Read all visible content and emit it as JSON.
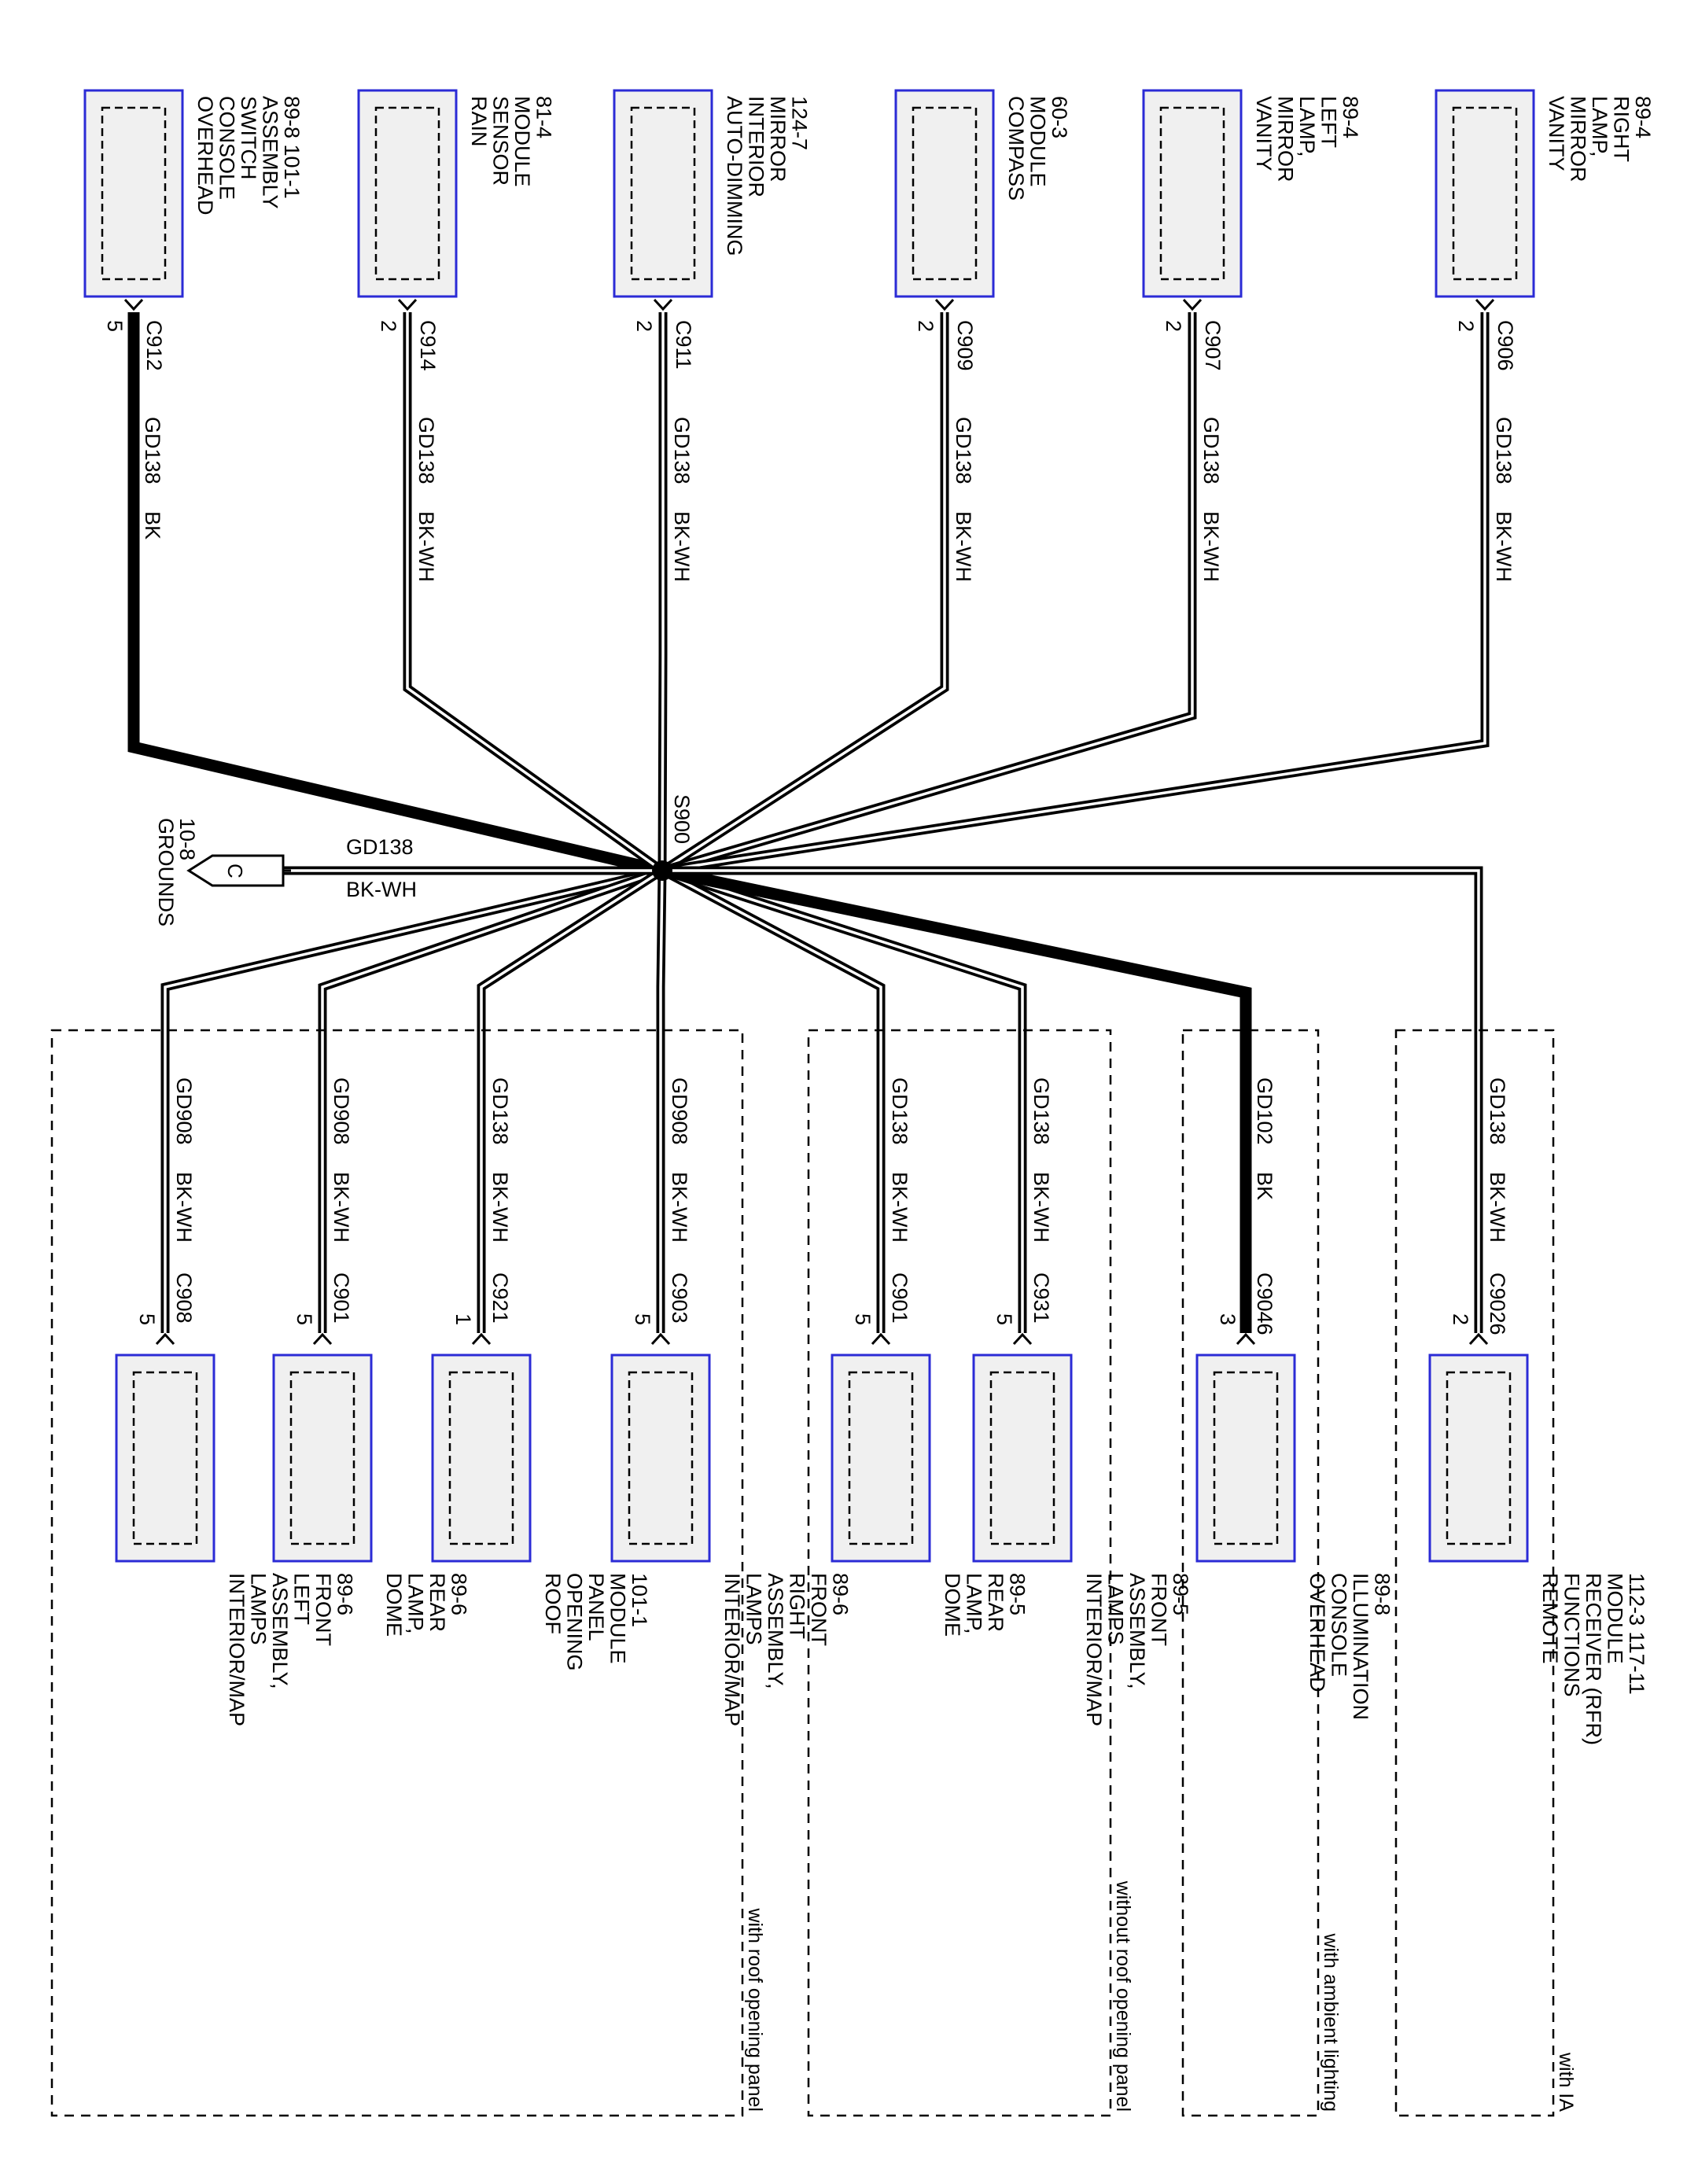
{
  "splice": {
    "id": "S900"
  },
  "ground": {
    "letter": "C",
    "name": "GROUNDS",
    "page": "10-8",
    "circuit": "GD138",
    "color": "BK-WH"
  },
  "top_components": [
    {
      "id": "overhead-console-switch",
      "name_lines": [
        "OVERHEAD",
        "CONSOLE",
        "SWITCH",
        "ASSEMBLY"
      ],
      "ref_lines": [
        "89-8      101-1"
      ],
      "connector": "C912",
      "pin": "5",
      "circuit": "GD138",
      "color": "BK",
      "heavy": true
    },
    {
      "id": "rain-sensor",
      "name_lines": [
        "RAIN",
        "SENSOR",
        "MODULE"
      ],
      "ref_lines": [
        "81-4"
      ],
      "connector": "C914",
      "pin": "2",
      "circuit": "GD138",
      "color": "BK-WH",
      "heavy": false
    },
    {
      "id": "auto-dimming-mirror",
      "name_lines": [
        "AUTO-DIMMING",
        "INTERIOR",
        "MIRROR"
      ],
      "ref_lines": [
        "124-7"
      ],
      "connector": "C911",
      "pin": "2",
      "circuit": "GD138",
      "color": "BK-WH",
      "heavy": false
    },
    {
      "id": "compass-module",
      "name_lines": [
        "COMPASS",
        "MODULE"
      ],
      "ref_lines": [
        "60-3"
      ],
      "connector": "C909",
      "pin": "2",
      "circuit": "GD138",
      "color": "BK-WH",
      "heavy": false
    },
    {
      "id": "vanity-left",
      "name_lines": [
        "VANITY",
        "MIRROR",
        "LAMP,",
        "LEFT"
      ],
      "ref_lines": [
        "89-4"
      ],
      "connector": "C907",
      "pin": "2",
      "circuit": "GD138",
      "color": "BK-WH",
      "heavy": false
    },
    {
      "id": "vanity-right",
      "name_lines": [
        "VANITY",
        "MIRROR",
        "LAMP,",
        "RIGHT"
      ],
      "ref_lines": [
        "89-4"
      ],
      "connector": "C906",
      "pin": "2",
      "circuit": "GD138",
      "color": "BK-WH",
      "heavy": false
    }
  ],
  "bottom_components": [
    {
      "id": "interior-map-left-front",
      "name_lines": [
        "INTERIOR/MAP",
        "LAMPS",
        "ASSEMBLY,",
        "LEFT",
        "FRONT"
      ],
      "ref_lines": [
        "89-6"
      ],
      "connector": "C908",
      "pin": "5",
      "circuit": "GD908",
      "color": "BK-WH",
      "heavy": false
    },
    {
      "id": "dome-lamp-rear-roof",
      "name_lines": [
        "DOME",
        "LAMP,",
        "REAR"
      ],
      "ref_lines": [
        "89-6"
      ],
      "connector": "C901",
      "pin": "5",
      "circuit": "GD908",
      "color": "BK-WH",
      "heavy": false
    },
    {
      "id": "roof-opening-panel",
      "name_lines": [
        "ROOF",
        "OPENING",
        "PANEL",
        "MODULE"
      ],
      "ref_lines": [
        "101-1"
      ],
      "connector": "C921",
      "pin": "1",
      "circuit": "GD138",
      "color": "BK-WH",
      "heavy": false
    },
    {
      "id": "interior-map-right-front",
      "name_lines": [
        "INTERIOR/MAP",
        "LAMPS",
        "ASSEMBLY,",
        "RIGHT",
        "FRONT"
      ],
      "ref_lines": [
        "89-6"
      ],
      "connector": "C903",
      "pin": "5",
      "circuit": "GD908",
      "color": "BK-WH",
      "heavy": false
    },
    {
      "id": "dome-lamp-rear",
      "name_lines": [
        "DOME",
        "LAMP,",
        "REAR"
      ],
      "ref_lines": [
        "89-5"
      ],
      "connector": "C901",
      "pin": "5",
      "circuit": "GD138",
      "color": "BK-WH",
      "heavy": false
    },
    {
      "id": "interior-map-front",
      "name_lines": [
        "INTERIOR/MAP",
        "LAMPS",
        "ASSEMBLY,",
        "FRONT"
      ],
      "ref_lines": [
        "89-5"
      ],
      "connector": "C931",
      "pin": "5",
      "circuit": "GD138",
      "color": "BK-WH",
      "heavy": false
    },
    {
      "id": "overhead-console-illumination",
      "name_lines": [
        "OVERHEAD",
        "CONSOLE",
        "ILLUMINATION"
      ],
      "ref_lines": [
        "89-8"
      ],
      "connector": "C9046",
      "pin": "3",
      "circuit": "GD102",
      "color": "BK",
      "heavy": true
    },
    {
      "id": "rfr-module",
      "name_lines": [
        "REMOTE",
        "FUNCTIONS",
        "RECEIVER (RFR)",
        "MODULE"
      ],
      "ref_lines": [
        "112-3      117-11"
      ],
      "connector": "C9026",
      "pin": "2",
      "circuit": "GD138",
      "color": "BK-WH",
      "heavy": false
    }
  ],
  "option_groups": [
    {
      "id": "roof-opening",
      "label": "with roof opening panel"
    },
    {
      "id": "no-roof-opening",
      "label": "without roof opening panel"
    },
    {
      "id": "ambient",
      "label": "with ambient lighting"
    },
    {
      "id": "ia",
      "label": "with IA"
    }
  ],
  "colors": {
    "component_border": "#2b2bd6",
    "component_fill": "#f0f0f0",
    "wire": "#000000"
  }
}
